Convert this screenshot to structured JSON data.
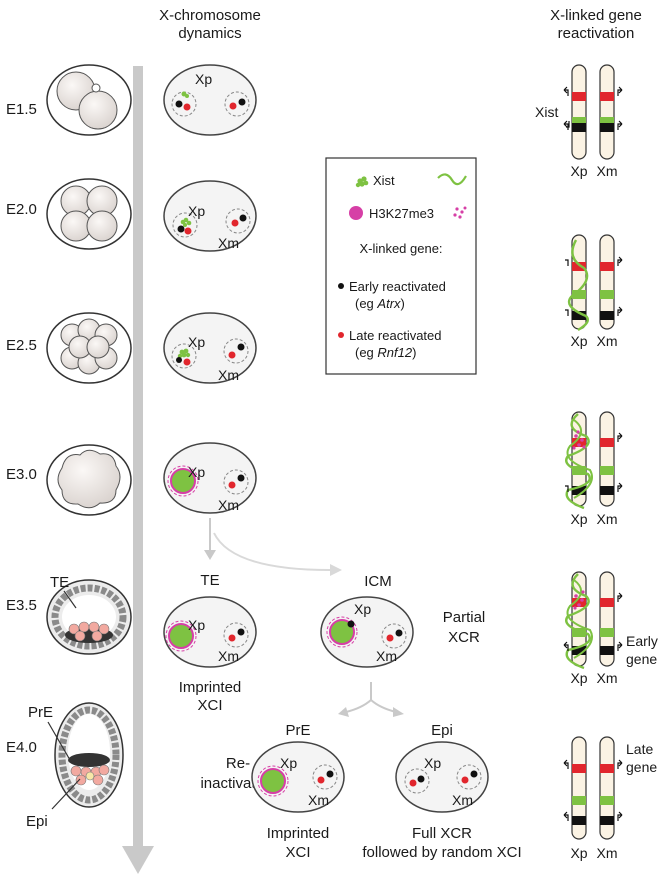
{
  "headers": {
    "xchrom_line1": "X-chromosome",
    "xchrom_line2": "dynamics",
    "react_line1": "X-linked gene",
    "react_line2": "reactivation"
  },
  "stages": [
    "E1.5",
    "E2.0",
    "E2.5",
    "E3.0",
    "E3.5",
    "E4.0"
  ],
  "chrom": {
    "xp": "Xp",
    "xm": "Xm"
  },
  "xist_short": "Xist",
  "branches": {
    "te": "TE",
    "icm": "ICM",
    "pre": "PrE",
    "epi": "Epi"
  },
  "embryo_labels": {
    "te": "TE",
    "pre": "PrE",
    "epi": "Epi"
  },
  "captions": {
    "imprinted_line1": "Imprinted",
    "imprinted_line2": "XCI",
    "partial_line1": "Partial",
    "partial_line2": "XCR",
    "reinact_line1": "Re-",
    "reinact_line2": "inactivation",
    "imprinted2_line1": "Imprinted",
    "imprinted2_line2": "XCI",
    "full_line1": "Full XCR",
    "full_line2": "followed by random XCI"
  },
  "legend": {
    "xist": "Xist",
    "h3k": "H3K27me3",
    "xgene_title": "X-linked gene:",
    "early": "Early reactivated",
    "early_eg_prefix": "(eg ",
    "early_eg_gene": "Atrx",
    "early_eg_suffix": ")",
    "late": "Late reactivated",
    "late_eg_prefix": "(eg ",
    "late_eg_gene": "Rnf12",
    "late_eg_suffix": ")"
  },
  "bar_labels": {
    "early_line1": "Early",
    "early_line2": "gene",
    "late_line1": "Late",
    "late_line2": "gene"
  },
  "colors": {
    "xist_green": "#7ec242",
    "h3k_magenta": "#d63fa6",
    "early_black": "#111111",
    "late_red": "#e1262d",
    "chrom_fill": "#fbf3e4",
    "cell_fill": "#f4f4f4",
    "arrow_gray": "#c9c9c9"
  }
}
